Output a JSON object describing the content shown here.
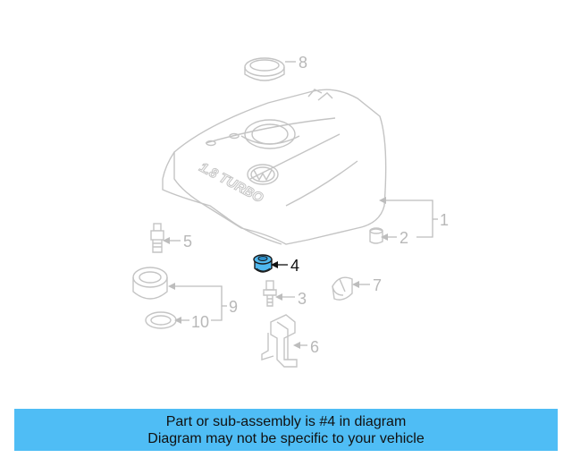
{
  "diagram": {
    "engraving_text": "1.8 TURBO",
    "highlight_color": "#4fb8ef",
    "callouts": [
      {
        "id": "1",
        "label": "1"
      },
      {
        "id": "2",
        "label": "2"
      },
      {
        "id": "3",
        "label": "3"
      },
      {
        "id": "4",
        "label": "4",
        "highlighted": true
      },
      {
        "id": "5",
        "label": "5"
      },
      {
        "id": "6",
        "label": "6"
      },
      {
        "id": "7",
        "label": "7"
      },
      {
        "id": "8",
        "label": "8"
      },
      {
        "id": "9",
        "label": "9"
      },
      {
        "id": "10",
        "label": "10"
      }
    ]
  },
  "banner": {
    "line1": "Part or sub-assembly is #4 in diagram",
    "line2": "Diagram may not be specific to your vehicle",
    "background": "#4fbdf5"
  }
}
